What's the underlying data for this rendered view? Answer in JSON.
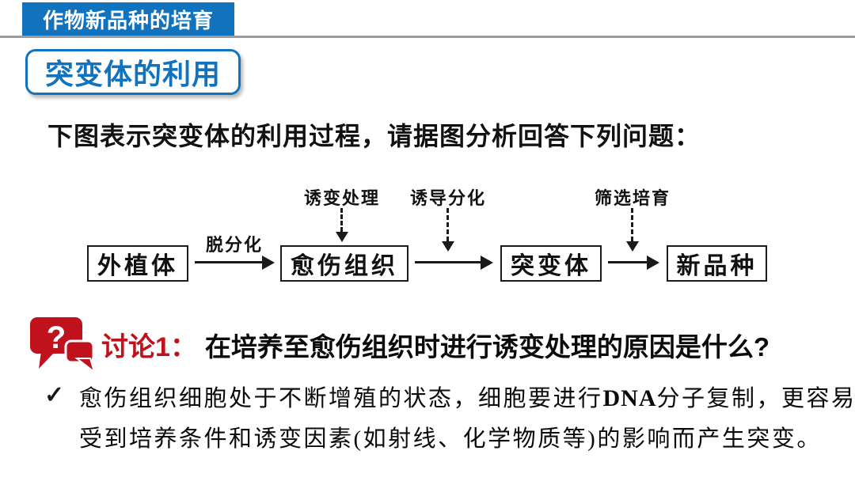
{
  "slide": {
    "badge": "作物新品种的培育",
    "title": "突变体的利用",
    "intro": "下图表示突变体的利用过程，请据图分析回答下列问题："
  },
  "diagram": {
    "boxes": [
      "外植体",
      "愈伤组织",
      "突变体",
      "新品种"
    ],
    "solid_arrow_label": "脱分化",
    "dashed_arrow_labels": [
      "诱变处理",
      "诱导分化",
      "筛选培育"
    ]
  },
  "discussion": {
    "icon_glyph": "?",
    "label": "讨论1：",
    "question": "在培养至愈伤组织时进行诱变处理的原因是什么?"
  },
  "answer": {
    "bullet": "✓",
    "line1_pre": "愈伤组织细胞处于不断增殖的状态，细胞要进行",
    "line1_emph": "DNA",
    "line1_post": "分子复制，更容易",
    "line2": "受到培养条件和诱变因素(如射线、化学物质等)的影响而产生突变。"
  },
  "colors": {
    "blue": "#1173BE",
    "red": "#C0121C",
    "divider": "#9C9C9C",
    "ink": "#111111"
  }
}
